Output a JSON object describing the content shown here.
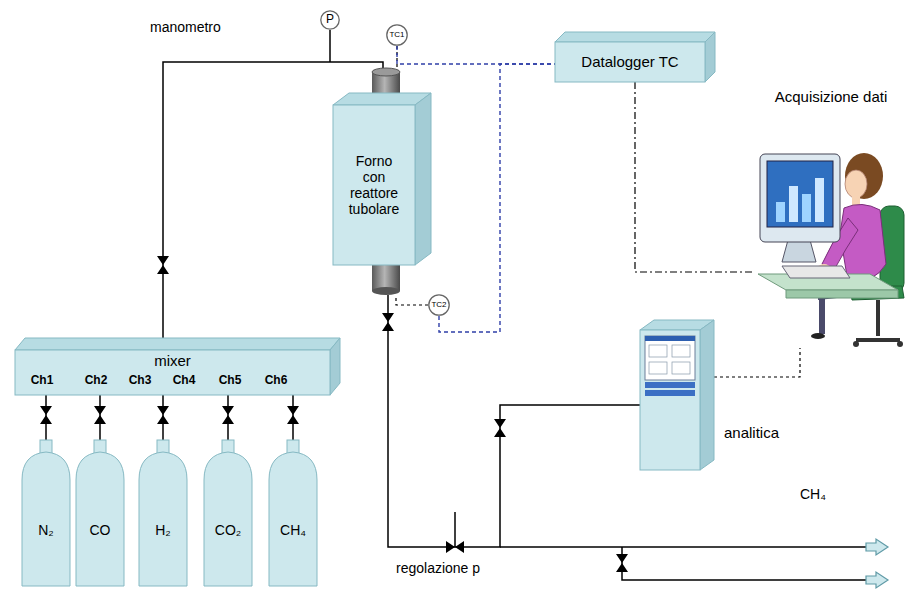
{
  "diagram": {
    "nodes": [
      {
        "text": [
          "P"
        ]
      },
      {
        "text": [
          "TC1"
        ]
      },
      {
        "text": [
          "Datalogger TC"
        ]
      },
      {
        "text": [
          "Forno con reattore tubolare"
        ]
      },
      {
        "text": [
          "Acquisizione dati"
        ]
      },
      {
        "text": [
          "TC2"
        ]
      },
      {
        "text": [
          "analitica"
        ]
      },
      {
        "text": [
          "mixer"
        ]
      },
      {
        "text": [
          "N₂"
        ]
      },
      {
        "text": [
          "CO"
        ]
      },
      {
        "text": [
          "H₂"
        ]
      },
      {
        "text": [
          "CO₂"
        ]
      },
      {
        "text": [
          "CH₄"
        ]
      }
    ],
    "edges": [
      {
        "from": 8,
        "to": 7,
        "arrow": "none"
      },
      {
        "from": 9,
        "to": 7,
        "arrow": "none"
      },
      {
        "from": 10,
        "to": 7,
        "arrow": "none"
      },
      {
        "from": 11,
        "to": 7,
        "arrow": "none"
      },
      {
        "from": 12,
        "to": 7,
        "arrow": "none"
      },
      {
        "from": 7,
        "to": 3,
        "arrow": "none"
      },
      {
        "from": 1,
        "to": 3,
        "arrow": "none"
      },
      {
        "from": 1,
        "to": 2,
        "arrow": "none"
      },
      {
        "from": 5,
        "to": 3,
        "arrow": "none"
      },
      {
        "from": 5,
        "to": 2,
        "arrow": "none"
      },
      {
        "from": 2,
        "to": 4,
        "arrow": "none"
      },
      {
        "from": 6,
        "to": 4,
        "arrow": "none"
      },
      {
        "from": 3,
        "to": 6,
        "arrow": "none"
      }
    ],
    "labels": [
      "manometro",
      "Ch1",
      "Ch2",
      "Ch3",
      "Ch4",
      "Ch5",
      "Ch6",
      "regolazione p",
      "CH₄"
    ]
  }
}
